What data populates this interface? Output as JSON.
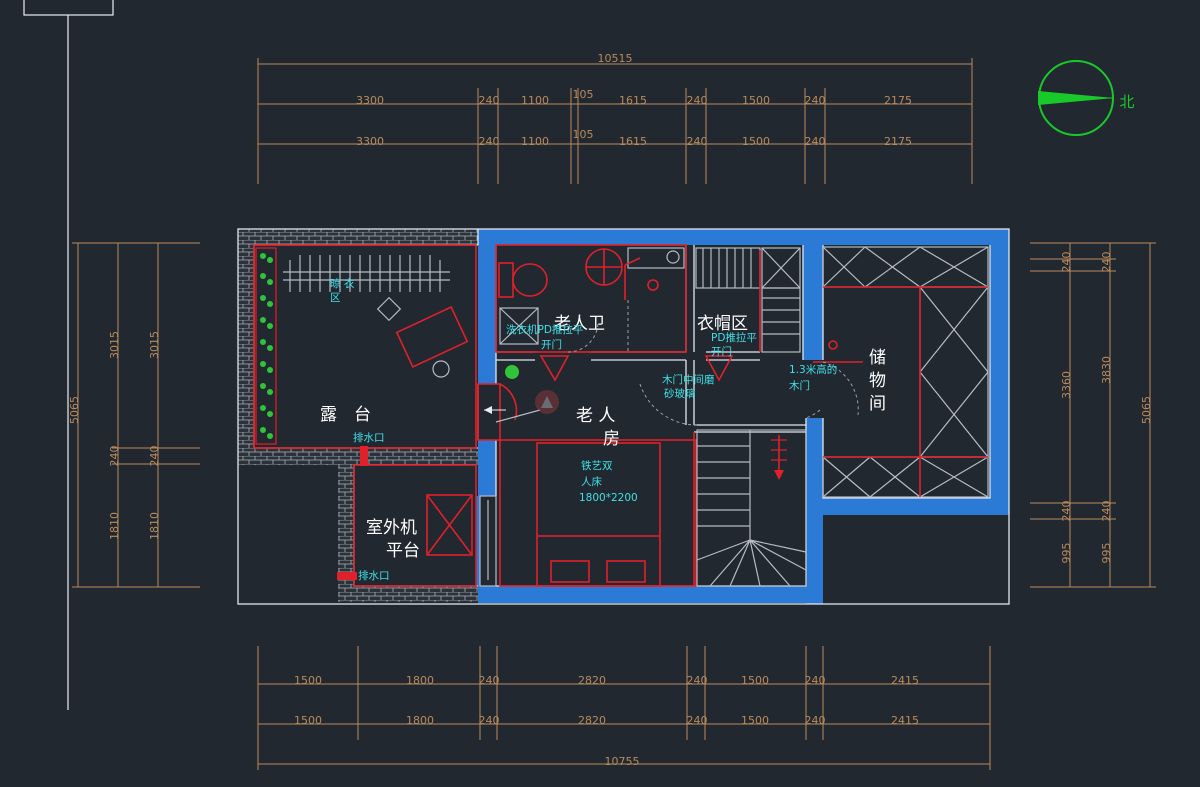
{
  "top_dims": {
    "total": "10515",
    "row1": [
      "3300",
      "240",
      "1100",
      "105",
      "1615",
      "240",
      "1500",
      "240",
      "2175"
    ],
    "row2": [
      "3300",
      "240",
      "1100",
      "105",
      "1615",
      "240",
      "1500",
      "240",
      "2175"
    ]
  },
  "bottom_dims": {
    "total": "10755",
    "row1": [
      "1500",
      "1800",
      "240",
      "2820",
      "240",
      "1500",
      "240",
      "2415"
    ],
    "row2": [
      "1500",
      "1800",
      "240",
      "2820",
      "240",
      "1500",
      "240",
      "2415"
    ]
  },
  "left_dims": {
    "total": "5065",
    "col1": [
      "3015",
      "240",
      "1810"
    ],
    "col2": [
      "3015",
      "240",
      "1810"
    ]
  },
  "right_dims": {
    "total": "5065",
    "col1": [
      "240",
      "3360",
      "240",
      "995"
    ],
    "col2": [
      "240",
      "3830",
      "240",
      "995"
    ]
  },
  "north_label": "北",
  "rooms": {
    "terrace": "露　台",
    "elder_bath": "老人卫",
    "cloakroom": "衣帽区",
    "storage": "储\n物\n间",
    "elder_room_1": "老 人",
    "elder_room_2": "房",
    "ac_platform_1": "室外机",
    "ac_platform_2": "平台"
  },
  "notes": {
    "drying_area": "晾 衣\n区",
    "drain1": "排水口",
    "drain2": "排水口",
    "washer": "洗衣机PD推拉平",
    "washer_door": "开门",
    "pd_door1": "PD推拉平",
    "pd_door2": "开门",
    "wood_door1": "木门中间磨",
    "wood_door2": "砂玻璃",
    "wood_door3": "1.3米高的",
    "wood_door4": "木门",
    "bed1": "铁艺双",
    "bed2": "人床",
    "bed3": "1800*2200"
  },
  "colors": {
    "wall": "#2b7ad6",
    "furniture": "#e0202a",
    "dimension": "#b98a5c",
    "annotation": "#3fe0e8",
    "compass": "#19c92a"
  }
}
